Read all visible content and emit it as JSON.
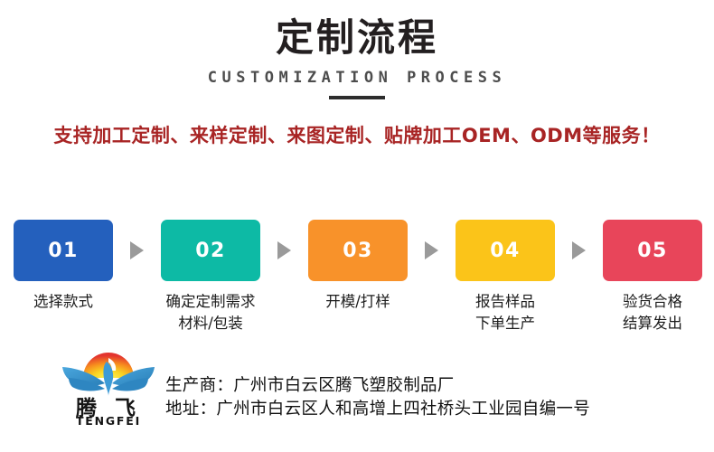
{
  "header": {
    "title_cn": "定制流程",
    "title_en": "CUSTOMIZATION PROCESS"
  },
  "tagline": {
    "text": "支持加工定制、来样定制、来图定制、贴牌加工OEM、ODM等服务！",
    "color": "#a82424"
  },
  "steps": [
    {
      "number": "01",
      "label": "选择款式",
      "color": "#2460bd"
    },
    {
      "number": "02",
      "label": "确定定制需求\n材料/包装",
      "color": "#0dbaa5"
    },
    {
      "number": "03",
      "label": "开模/打样",
      "color": "#f8922a"
    },
    {
      "number": "04",
      "label": "报告样品\n下单生产",
      "color": "#fbc419"
    },
    {
      "number": "05",
      "label": "验货合格\n结算发出",
      "color": "#e8455a"
    }
  ],
  "arrow_color": "#9a9a9a",
  "footer": {
    "logo": {
      "name_cn": "腾 飞",
      "name_en": "TENGFEI",
      "bird_color": "#3d9bd6",
      "sun_colors": [
        "#f9d423",
        "#f78d1e",
        "#e3342f"
      ]
    },
    "manufacturer_line": "生产商：广州市白云区腾飞塑胶制品厂",
    "address_line": "地址：广州市白云区人和高增上四社桥头工业园自编一号"
  }
}
